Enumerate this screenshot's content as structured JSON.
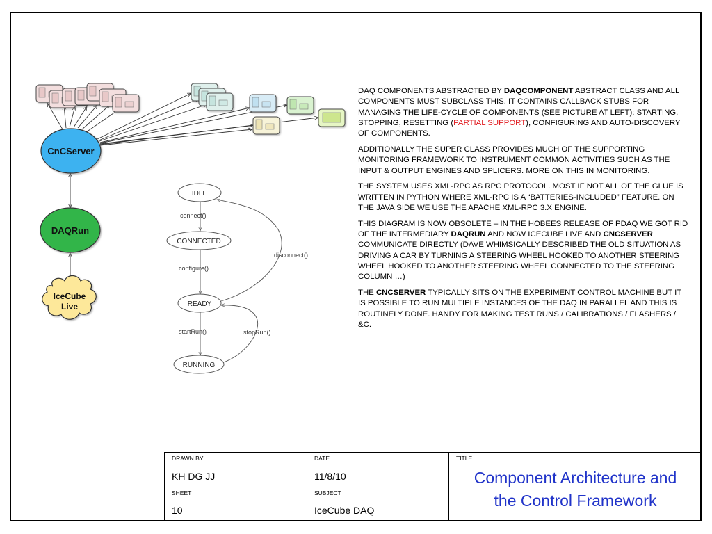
{
  "diagram": {
    "cnc_server": "CnCServer",
    "daq_run": "DAQRun",
    "icecube_live_line1": "IceCube",
    "icecube_live_line2": "Live",
    "states": {
      "idle": "IDLE",
      "connected": "CONNECTED",
      "ready": "READY",
      "running": "RUNNING"
    },
    "transitions": {
      "connect": "connect()",
      "configure": "configure()",
      "start_run": "startRun()",
      "stop_run": "stopRun()",
      "disconnect": "disconnect()"
    },
    "colors": {
      "cnc_server": "#3cb2f0",
      "daq_run": "#33b54a",
      "icecube_live": "#fde89a"
    }
  },
  "notes": {
    "p1": {
      "pre": "DAQ components abstracted by ",
      "b1": "DAQComponent",
      "mid": " abstract class and all components must subclass this.  It contains callback stubs for managing the life-cycle of components (see picture at left): starting, stopping, resetting (",
      "red": "partial support",
      "post": "), configuring and auto-discovery of components."
    },
    "p2": "Additionally the super class provides much of the supporting monitoring framework to instrument common activities such as the input & output engines and splicers.  More on this in monitoring.",
    "p3": "The system uses XML-RPC as RPC protocol.  Most if not all of the glue is written in Python where XML-RPC is a “batteries-included” feature.  On the Java side we use the Apache XML-RPC 3.x engine.",
    "p4": {
      "pre": "This diagram is now obsolete – in the Hobees release of pDAQ we got rid of the intermediary ",
      "b1": "DAQRun",
      "mid": " and now IceCube Live and ",
      "b2": "CnCServer",
      "post": " communicate directly (Dave whimsically described the old situation as driving a car by turning a steering wheel hooked to another steering wheel hooked to another steering wheel connected to the steering column …)"
    },
    "p5": {
      "pre": "The ",
      "b1": "CnCServer",
      "post": " typically sits on the experiment control machine but it is possible to run multiple instances of the DAQ in parallel and this is routinely done.  Handy for making test runs / calibrations / flashers / &c."
    }
  },
  "title_block": {
    "drawn_by_label": "DRAWN BY",
    "drawn_by": "KH DG JJ",
    "date_label": "DATE",
    "date": "11/8/10",
    "sheet_label": "SHEET",
    "sheet": "10",
    "subject_label": "SUBJECT",
    "subject": "IceCube DAQ",
    "title_label": "TITLE",
    "title_line1": "Component Architecture and",
    "title_line2": "the Control Framework"
  }
}
